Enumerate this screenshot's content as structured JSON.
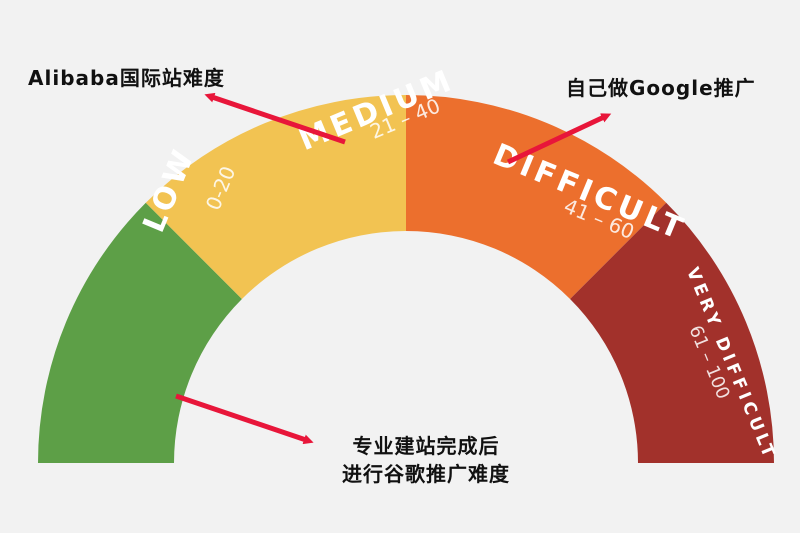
{
  "gauge": {
    "segments": [
      {
        "label": "LOW",
        "range": "0-20",
        "color": "#5d9f47"
      },
      {
        "label": "MEDIUM",
        "range": "21 – 40",
        "color": "#f2c352"
      },
      {
        "label": "DIFFICULT",
        "range": "41 – 60",
        "color": "#ec6f2d"
      },
      {
        "label": "VERY DIFFICULT",
        "range": "61 – 100",
        "color": "#a2312b"
      }
    ]
  },
  "annotations": {
    "alibaba": "Alibaba国际站难度",
    "google": "自己做Google推广",
    "post_line1": "专业建站完成后",
    "post_line2": "进行谷歌推广难度"
  },
  "colors": {
    "arrow": "#e8163a",
    "background": "#f2f2f2"
  }
}
